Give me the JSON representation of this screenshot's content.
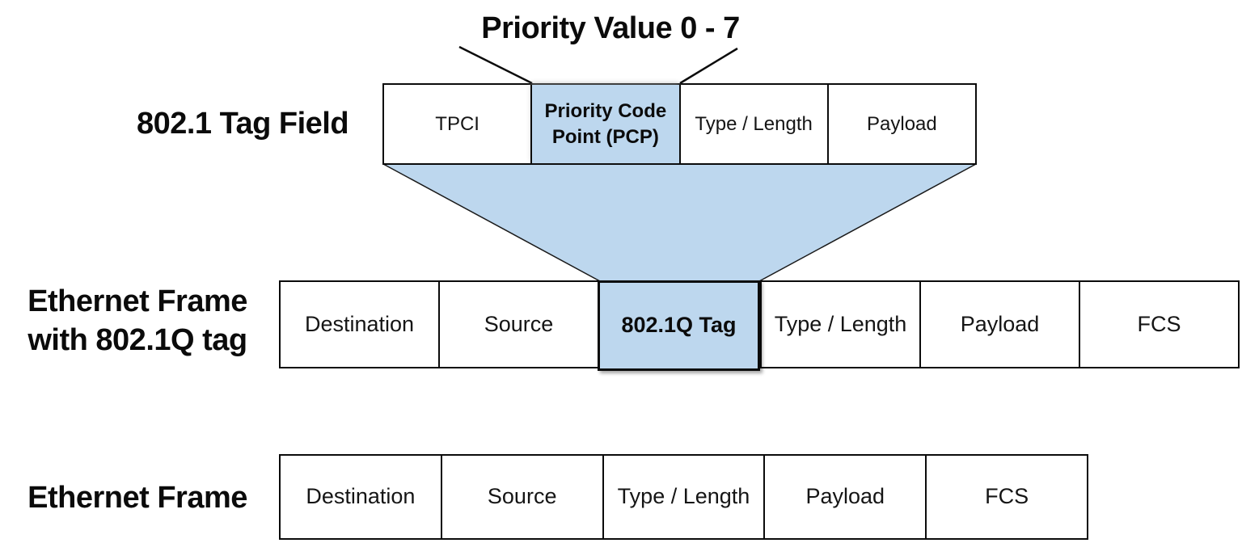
{
  "title": {
    "pointer_label": "Priority Value 0 - 7"
  },
  "colors": {
    "highlight": "#BDD7EE",
    "border": "#0b0b0b",
    "background": "#ffffff"
  },
  "rows": {
    "tag_field": {
      "label": "802.1 Tag Field",
      "cells": [
        {
          "label": "TPCI",
          "highlighted": false
        },
        {
          "label": "Priority Code Point (PCP)",
          "highlighted": true
        },
        {
          "label": "Type / Length",
          "highlighted": false
        },
        {
          "label": "Payload",
          "highlighted": false
        }
      ]
    },
    "tagged_frame": {
      "label_line1": "Ethernet Frame",
      "label_line2": "with 802.1Q tag",
      "cells": [
        {
          "label": "Destination",
          "highlighted": false
        },
        {
          "label": "Source",
          "highlighted": false
        },
        {
          "label": "802.1Q Tag",
          "highlighted": true
        },
        {
          "label": "Type / Length",
          "highlighted": false
        },
        {
          "label": "Payload",
          "highlighted": false
        },
        {
          "label": "FCS",
          "highlighted": false
        }
      ]
    },
    "plain_frame": {
      "label": "Ethernet Frame",
      "cells": [
        {
          "label": "Destination",
          "highlighted": false
        },
        {
          "label": "Source",
          "highlighted": false
        },
        {
          "label": "Type / Length",
          "highlighted": false
        },
        {
          "label": "Payload",
          "highlighted": false
        },
        {
          "label": "FCS",
          "highlighted": false
        }
      ]
    }
  }
}
